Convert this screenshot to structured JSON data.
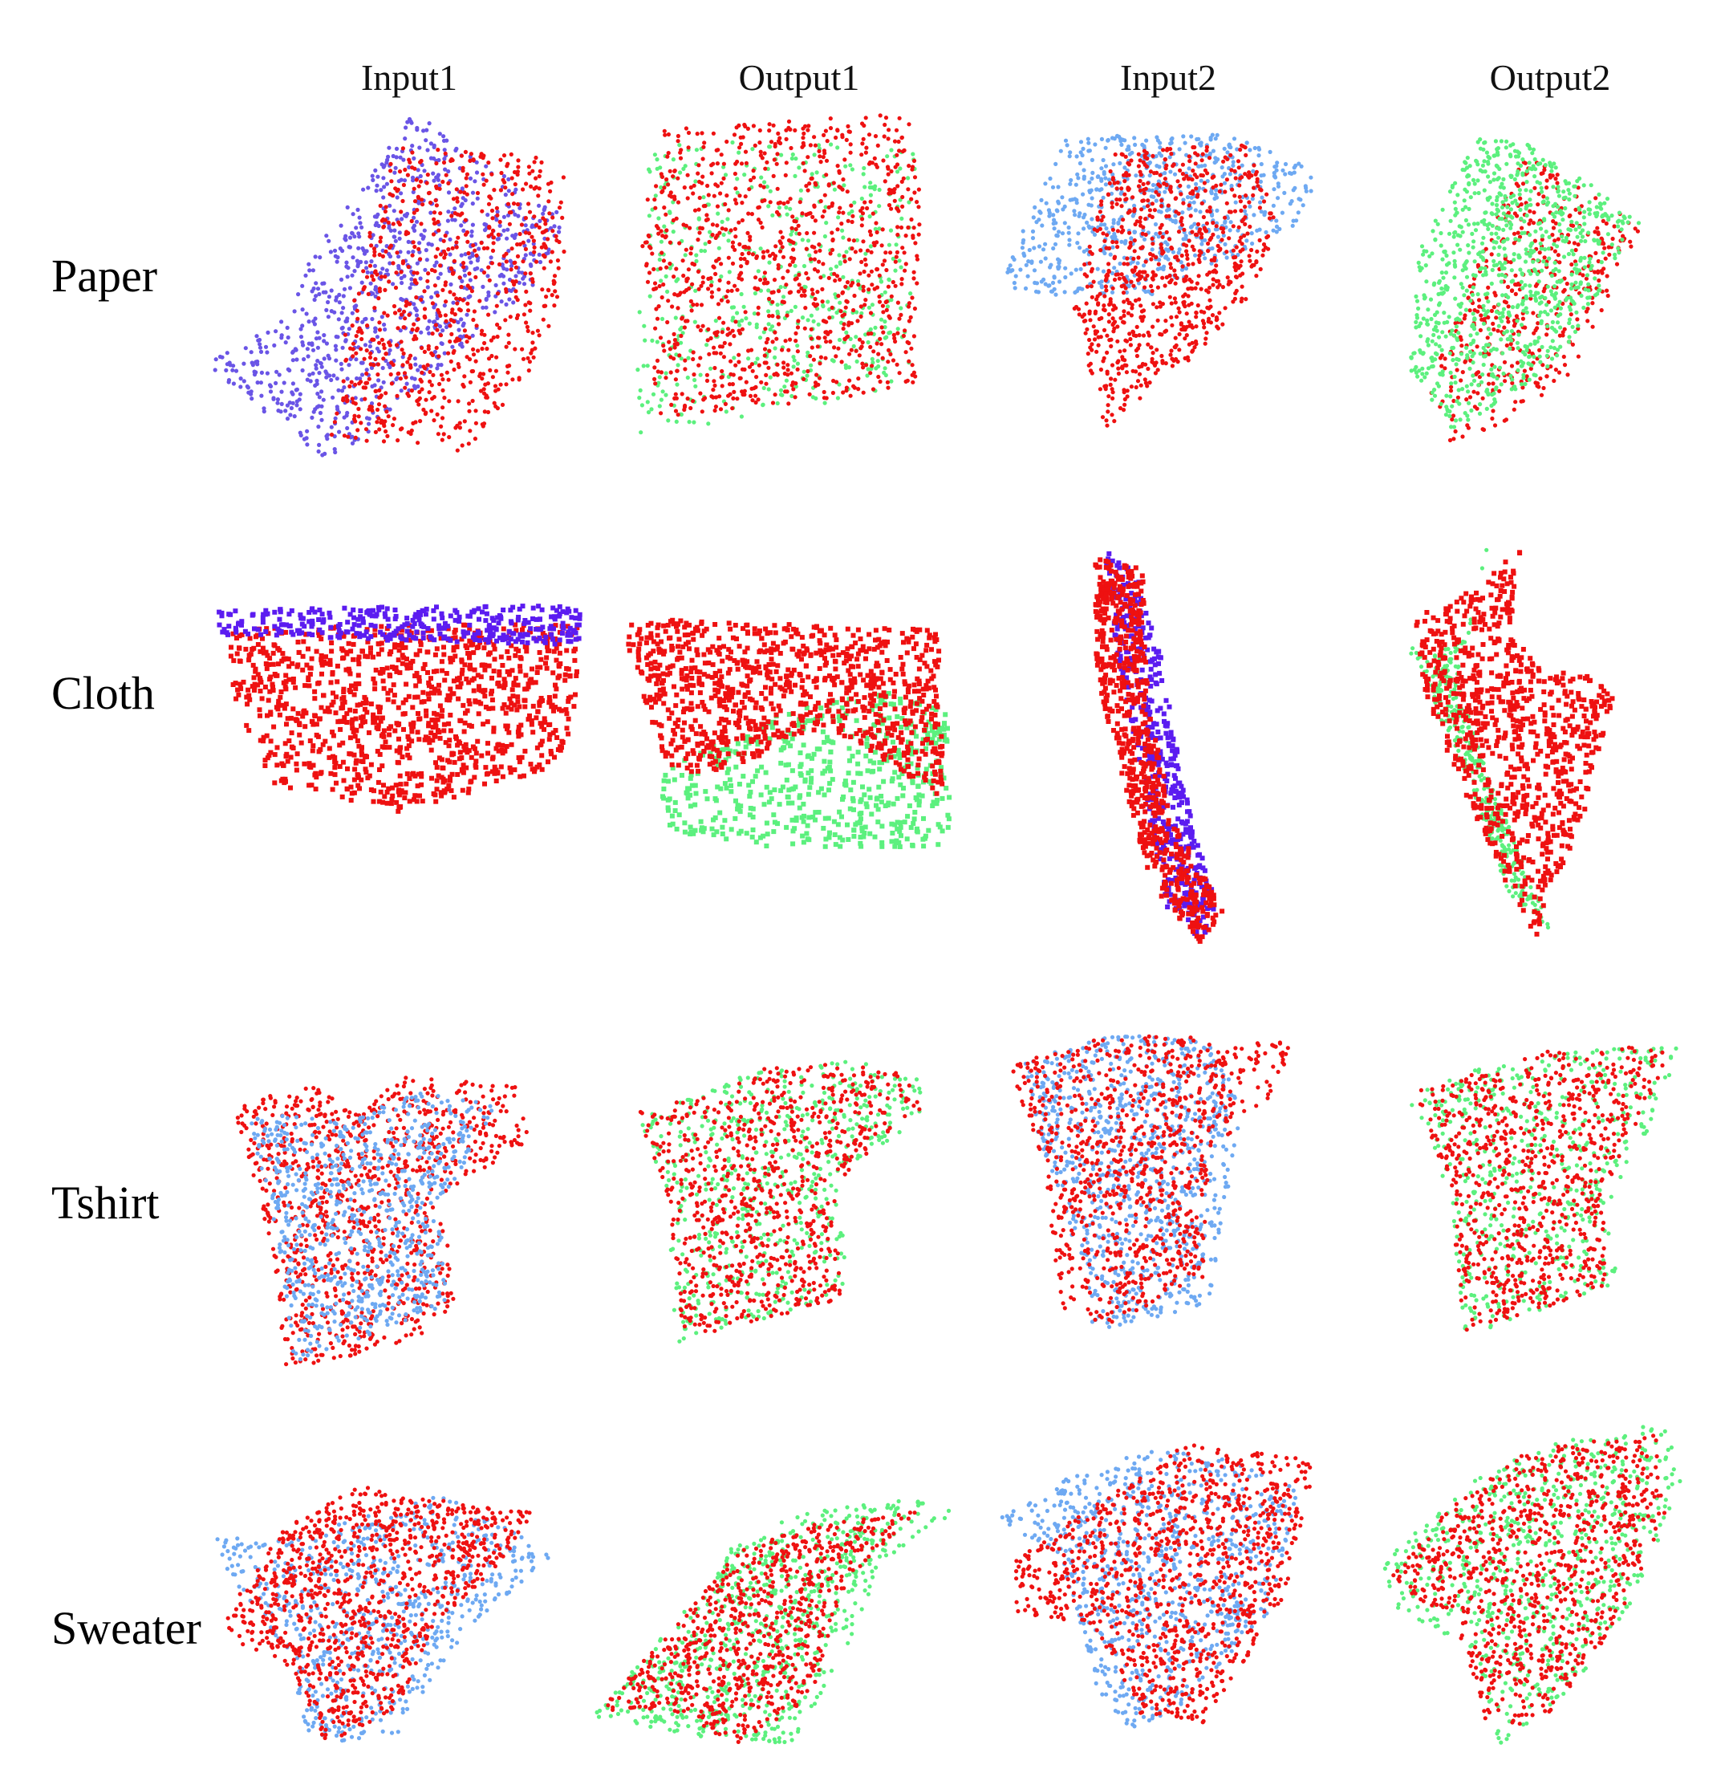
{
  "columns": [
    "Input1",
    "Output1",
    "Input2",
    "Output2"
  ],
  "rows": [
    "Paper",
    "Cloth",
    "Tshirt",
    "Sweater"
  ],
  "colors": {
    "red": "#ee1111",
    "purple_blue": "#6a55e6",
    "deep_violet": "#5b1cf0",
    "light_blue": "#6ea9f2",
    "green": "#5cf07e"
  },
  "panels": [
    {
      "row": "Paper",
      "column": "Input1",
      "colors": [
        "red",
        "purple_blue"
      ]
    },
    {
      "row": "Paper",
      "column": "Output1",
      "colors": [
        "red",
        "green"
      ]
    },
    {
      "row": "Paper",
      "column": "Input2",
      "colors": [
        "red",
        "light_blue"
      ]
    },
    {
      "row": "Paper",
      "column": "Output2",
      "colors": [
        "red",
        "green"
      ]
    },
    {
      "row": "Cloth",
      "column": "Input1",
      "colors": [
        "red",
        "deep_violet"
      ]
    },
    {
      "row": "Cloth",
      "column": "Output1",
      "colors": [
        "red",
        "green"
      ]
    },
    {
      "row": "Cloth",
      "column": "Input2",
      "colors": [
        "red",
        "deep_violet"
      ]
    },
    {
      "row": "Cloth",
      "column": "Output2",
      "colors": [
        "red",
        "green"
      ]
    },
    {
      "row": "Tshirt",
      "column": "Input1",
      "colors": [
        "red",
        "light_blue"
      ]
    },
    {
      "row": "Tshirt",
      "column": "Output1",
      "colors": [
        "red",
        "green"
      ]
    },
    {
      "row": "Tshirt",
      "column": "Input2",
      "colors": [
        "red",
        "light_blue"
      ]
    },
    {
      "row": "Tshirt",
      "column": "Output2",
      "colors": [
        "red",
        "green"
      ]
    },
    {
      "row": "Sweater",
      "column": "Input1",
      "colors": [
        "red",
        "light_blue"
      ]
    },
    {
      "row": "Sweater",
      "column": "Output1",
      "colors": [
        "red",
        "green"
      ]
    },
    {
      "row": "Sweater",
      "column": "Input2",
      "colors": [
        "red",
        "light_blue"
      ]
    },
    {
      "row": "Sweater",
      "column": "Output2",
      "colors": [
        "red",
        "green"
      ]
    }
  ]
}
